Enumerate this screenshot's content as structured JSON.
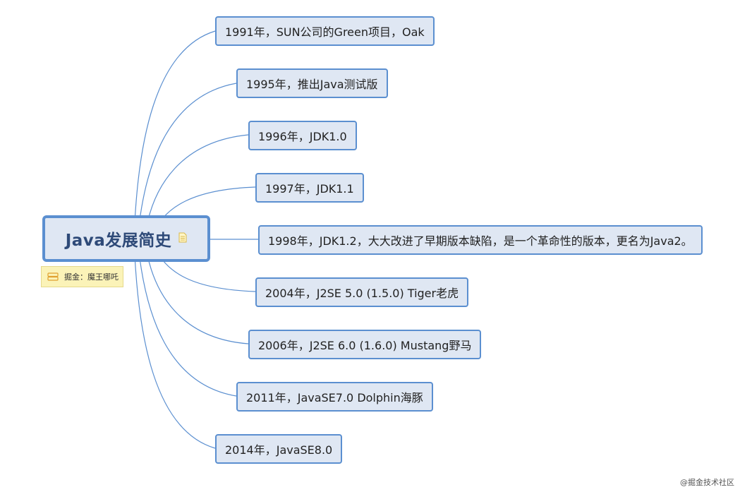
{
  "root": {
    "title": "Java发展简史",
    "note": "掘金：魔王哪吒",
    "icon": "document-icon"
  },
  "nodes": [
    {
      "label": "1991年，SUN公司的Green项目，Oak"
    },
    {
      "label": "1995年，推出Java测试版"
    },
    {
      "label": "1996年，JDK1.0"
    },
    {
      "label": "1997年，JDK1.1"
    },
    {
      "label": "1998年，JDK1.2，大大改进了早期版本缺陷，是一个革命性的版本，更名为Java2。"
    },
    {
      "label": "2004年，J2SE 5.0 (1.5.0) Tiger老虎"
    },
    {
      "label": "2006年，J2SE 6.0 (1.6.0) Mustang野马"
    },
    {
      "label": "2011年，JavaSE7.0 Dolphin海豚"
    },
    {
      "label": "2014年，JavaSE8.0"
    }
  ],
  "watermark": "@掘金技术社区",
  "colors": {
    "border": "#5b8fd0",
    "fill": "#dfe7f3",
    "line": "#5b8fd0",
    "note": "#fbf3b8"
  }
}
